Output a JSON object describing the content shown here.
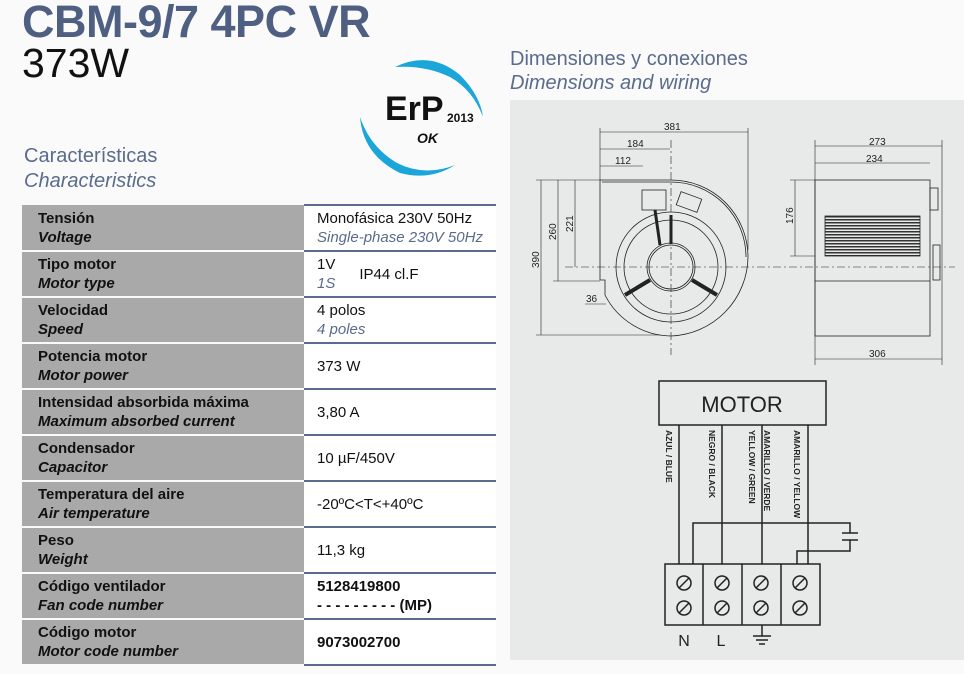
{
  "header": {
    "title": "CBM-9/7 4PC VR",
    "power": "373W"
  },
  "badge": {
    "main": "ErP",
    "year": "2013",
    "status": "OK",
    "color": "#1aa6d9"
  },
  "characteristics": {
    "title_es": "Características",
    "title_en": "Characteristics"
  },
  "dimensions": {
    "title_es": "Dimensiones y conexiones",
    "title_en": "Dimensions and wiring",
    "labels": {
      "d381": "381",
      "d184": "184",
      "d112": "112",
      "d390": "390",
      "d260": "260",
      "d221": "221",
      "d36": "36",
      "d273": "273",
      "d234": "234",
      "d176": "176",
      "d306": "306"
    }
  },
  "specs": [
    {
      "label_es": "Tensión",
      "label_en": "Voltage",
      "value_es": "Monofásica 230V 50Hz",
      "value_en": "Single-phase 230V 50Hz"
    },
    {
      "label_es": "Tipo motor",
      "label_en": "Motor type",
      "value_es": "1V",
      "value_en": "1S",
      "value_extra": "IP44  cl.F"
    },
    {
      "label_es": "Velocidad",
      "label_en": "Speed",
      "value_es": "4 polos",
      "value_en": "4 poles"
    },
    {
      "label_es": "Potencia motor",
      "label_en": "Motor power",
      "value": "373 W"
    },
    {
      "label_es": "Intensidad absorbida máxima",
      "label_en": "Maximum absorbed current",
      "value": "3,80 A"
    },
    {
      "label_es": "Condensador",
      "label_en": "Capacitor",
      "value": "10 µF/450V"
    },
    {
      "label_es": "Temperatura del aire",
      "label_en": "Air temperature",
      "value": "-20ºC<T<+40ºC"
    },
    {
      "label_es": "Peso",
      "label_en": "Weight",
      "value": "11,3 kg"
    },
    {
      "label_es": "Código ventilador",
      "label_en": "Fan code number",
      "value": "5128419800",
      "value_extra": "- - - - - - - - - (MP)"
    },
    {
      "label_es": "Código motor",
      "label_en": "Motor code number",
      "value": "9073002700"
    }
  ],
  "wiring": {
    "motor_label": "MOTOR",
    "wires": [
      "AZUL / BLUE",
      "NEGRO / BLACK",
      "YELLOW / GREEN",
      "AMARILLO / VERDE",
      "AMARILLO / YELLOW"
    ],
    "terminals": [
      "N",
      "L"
    ]
  }
}
